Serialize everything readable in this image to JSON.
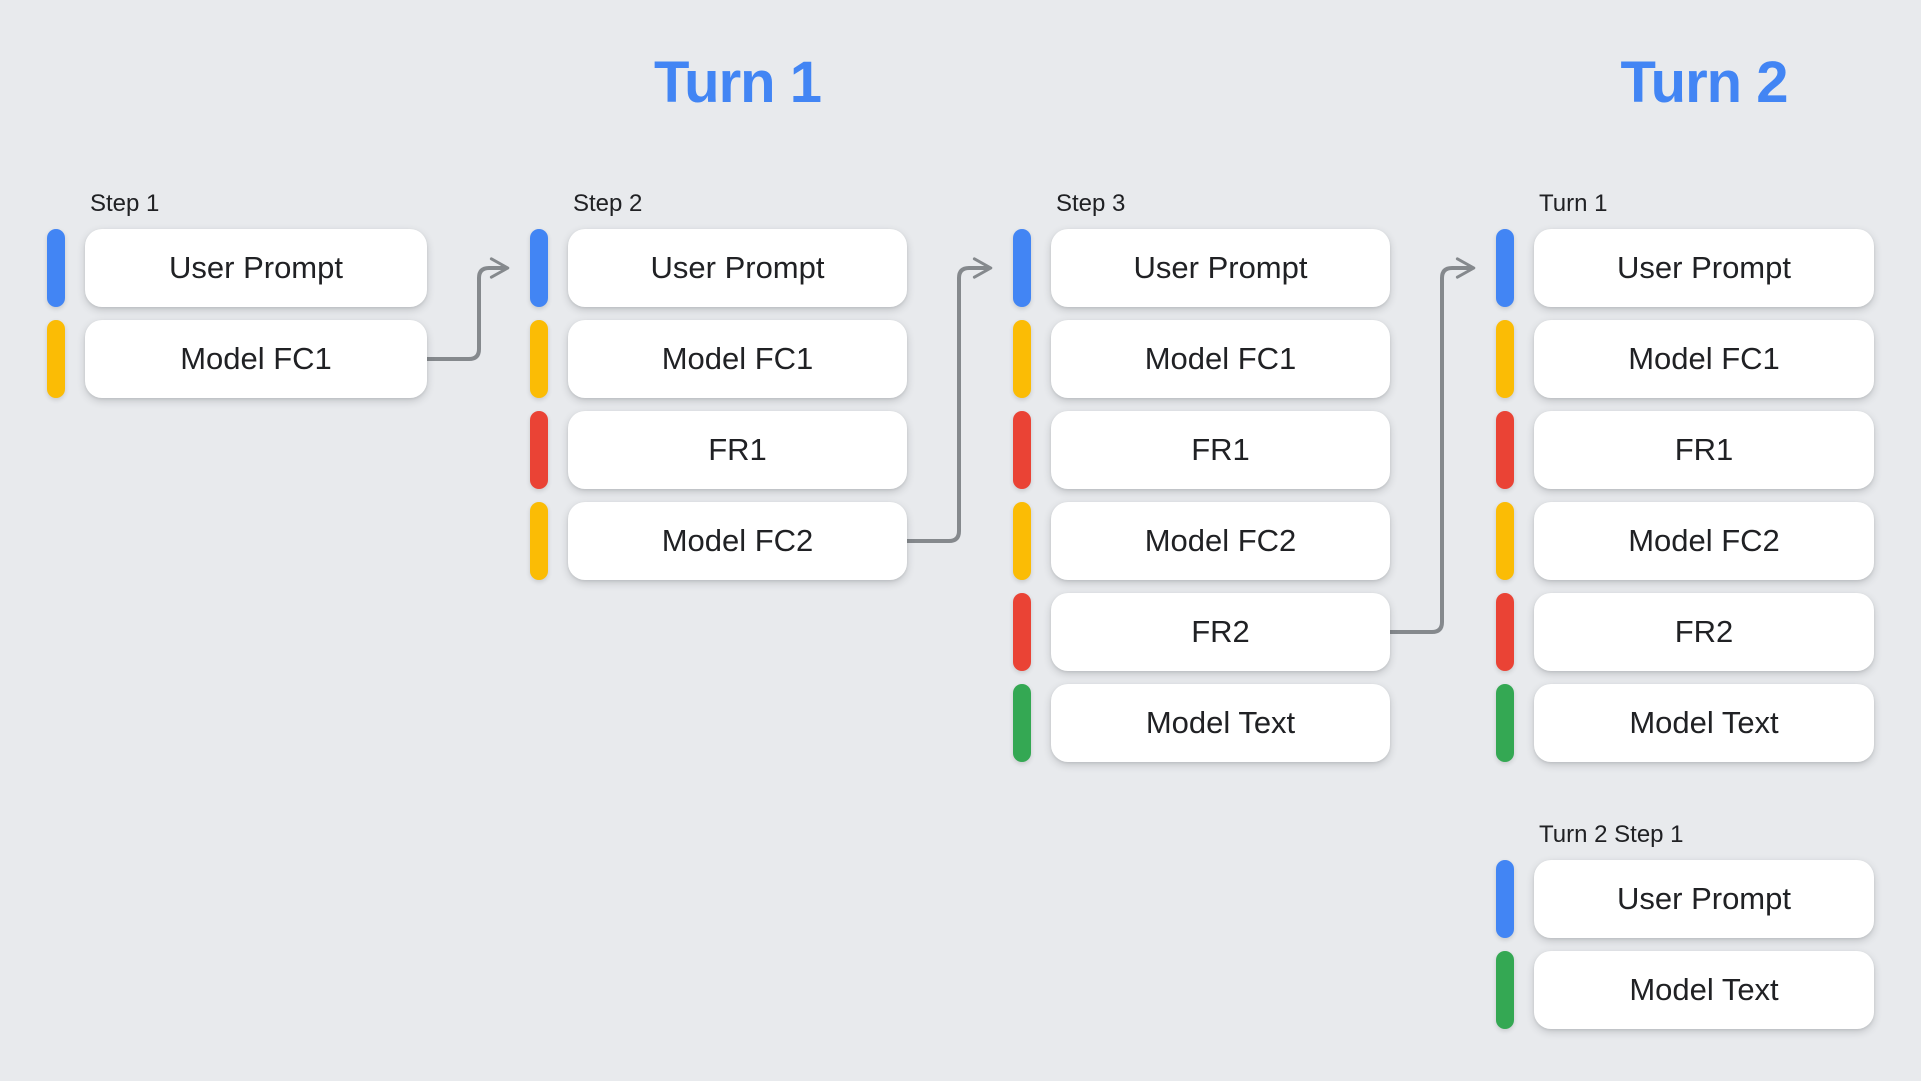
{
  "titles": [
    {
      "text": "Turn 1"
    },
    {
      "text": "Turn 2"
    }
  ],
  "palette": {
    "user_prompt": "#4285F4",
    "model_fc": "#FBBC05",
    "function_response": "#EA4335",
    "model_text": "#34A853",
    "title_blue": "#4285F4",
    "connector_gray": "#85898D",
    "background": "#E8EAED",
    "card_white": "#FFFFFF",
    "text_dark": "#202124"
  },
  "columns": [
    {
      "label": "Step 1",
      "items": [
        {
          "label": "User Prompt",
          "type": "user_prompt"
        },
        {
          "label": "Model FC1",
          "type": "model_fc"
        }
      ]
    },
    {
      "label": "Step 2",
      "items": [
        {
          "label": "User Prompt",
          "type": "user_prompt"
        },
        {
          "label": "Model FC1",
          "type": "model_fc"
        },
        {
          "label": "FR1",
          "type": "function_response"
        },
        {
          "label": "Model FC2",
          "type": "model_fc"
        }
      ]
    },
    {
      "label": "Step 3",
      "items": [
        {
          "label": "User Prompt",
          "type": "user_prompt"
        },
        {
          "label": "Model FC1",
          "type": "model_fc"
        },
        {
          "label": "FR1",
          "type": "function_response"
        },
        {
          "label": "Model FC2",
          "type": "model_fc"
        },
        {
          "label": "FR2",
          "type": "function_response"
        },
        {
          "label": "Model Text",
          "type": "model_text"
        }
      ]
    },
    {
      "label": "Turn 1",
      "items": [
        {
          "label": "User Prompt",
          "type": "user_prompt"
        },
        {
          "label": "Model FC1",
          "type": "model_fc"
        },
        {
          "label": "FR1",
          "type": "function_response"
        },
        {
          "label": "Model FC2",
          "type": "model_fc"
        },
        {
          "label": "FR2",
          "type": "function_response"
        },
        {
          "label": "Model Text",
          "type": "model_text"
        }
      ]
    },
    {
      "label": "Turn 2 Step 1",
      "items": [
        {
          "label": "User Prompt",
          "type": "user_prompt"
        },
        {
          "label": "Model Text",
          "type": "model_text"
        }
      ]
    }
  ],
  "connectors": [
    {
      "from_column": 0,
      "from_row": 1,
      "to_column": 1,
      "to_row": 0
    },
    {
      "from_column": 1,
      "from_row": 3,
      "to_column": 2,
      "to_row": 0
    },
    {
      "from_column": 2,
      "from_row": 4,
      "to_column": 3,
      "to_row": 0
    }
  ]
}
